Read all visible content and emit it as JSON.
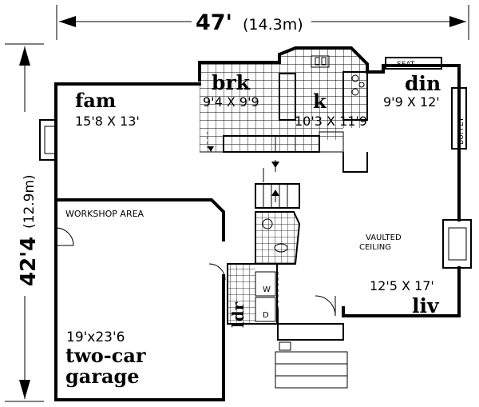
{
  "dimensions": {
    "width_main": "47'",
    "width_metric": "(14.3m)",
    "depth_main": "42'4",
    "depth_metric": "(12.9m)"
  },
  "rooms": {
    "fam": {
      "name": "fam",
      "size": "15'8 X 13'"
    },
    "brk": {
      "name": "brk",
      "size": "9'4 X 9'9"
    },
    "k": {
      "name": "k",
      "size": "10'3 X 11'9"
    },
    "din": {
      "name": "din",
      "size": "9'9 X 12'"
    },
    "liv": {
      "name": "liv",
      "size": "12'5 X 17'"
    },
    "garage": {
      "size": "19'x23'6",
      "name_line1": "two-car",
      "name_line2": "garage"
    },
    "ldr": {
      "name": "ldr"
    }
  },
  "labels": {
    "workshop": "WORKSHOP AREA",
    "vaulted_line1": "VAULTED",
    "vaulted_line2": "CEILING",
    "seat": "SEAT",
    "buffet": "BUFFET",
    "washer": "W",
    "dryer": "D"
  }
}
